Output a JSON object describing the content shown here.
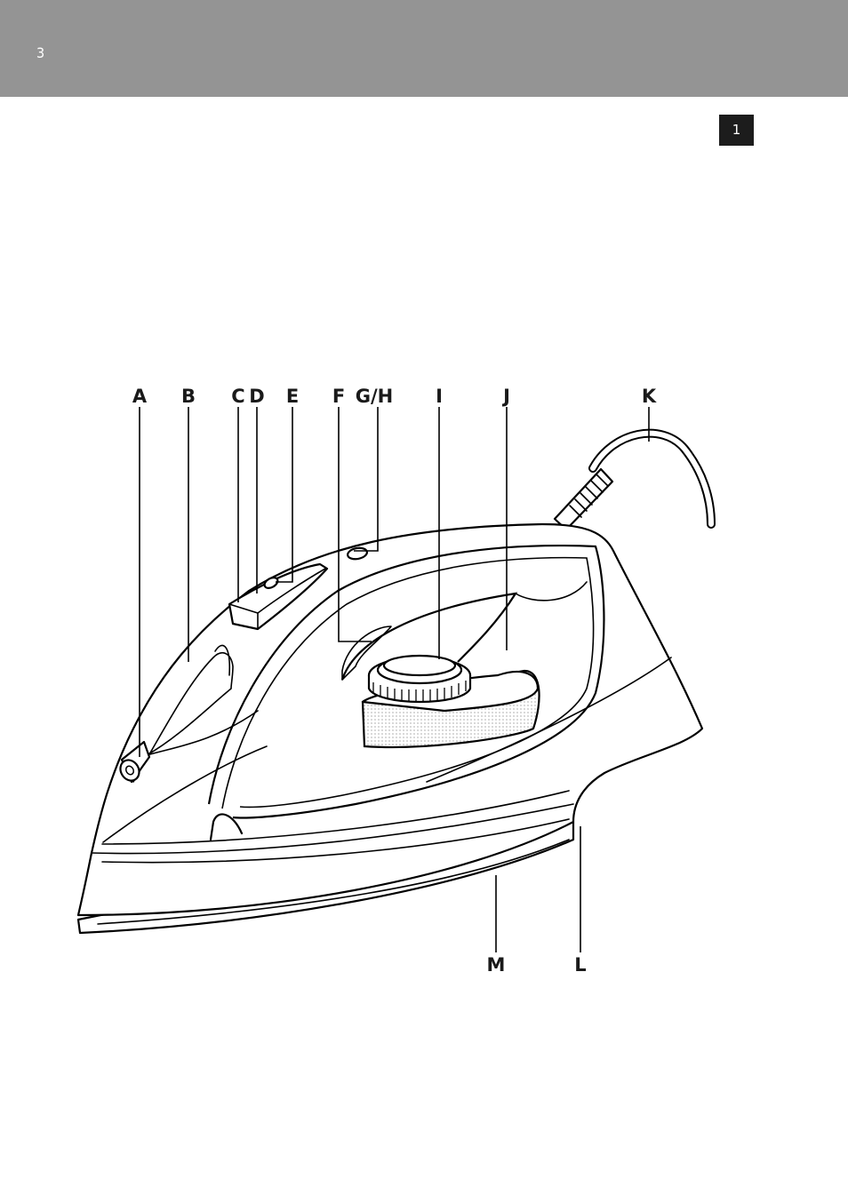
{
  "header": {
    "page_number": "3",
    "background_color": "#949494"
  },
  "figure": {
    "number": "1",
    "subject_icon": "steam-iron-illustration",
    "labels": {
      "A": "A",
      "B": "B",
      "C": "C",
      "D": "D",
      "E": "E",
      "F": "F",
      "GH": "G/H",
      "I": "I",
      "J": "J",
      "K": "K",
      "L": "L",
      "M": "M"
    }
  }
}
